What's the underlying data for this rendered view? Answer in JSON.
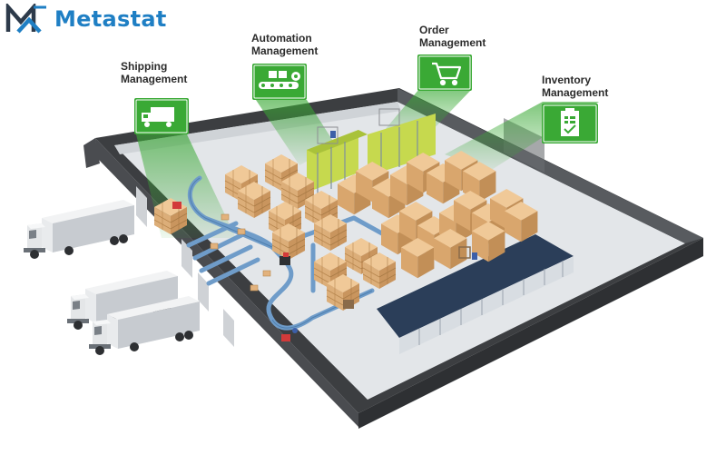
{
  "logo": {
    "text": "Metastat",
    "icon": "metastat-m-icon",
    "color": "#1f7fc4"
  },
  "modules": [
    {
      "line1": "Shipping",
      "line2": "Management",
      "icon": "truck-icon"
    },
    {
      "line1": "Automation",
      "line2": "Management",
      "icon": "conveyor-icon"
    },
    {
      "line1": "Order",
      "line2": "Management",
      "icon": "shopping-cart-icon"
    },
    {
      "line1": "Inventory",
      "line2": "Management",
      "icon": "clipboard-check-icon"
    }
  ],
  "colors": {
    "module_green": "#3aa935",
    "beam_green": "#3aa935",
    "wall_dark": "#3c3e41",
    "floor": "#e3e6e9",
    "box": "#e2b27d",
    "conveyor": "#6f9cc9"
  }
}
